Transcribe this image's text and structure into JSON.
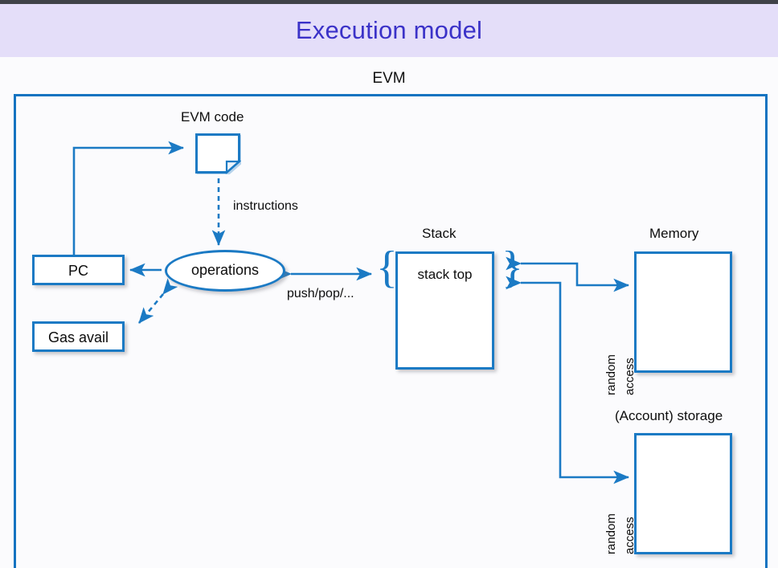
{
  "slide": {
    "title": "Execution model",
    "title_color": "#3b32c8",
    "title_band_color": "#e4def9",
    "accent_color": "#1b7ac4",
    "frame_color": "#1273c1",
    "background_color": "#fbfbfd"
  },
  "diagram": {
    "frame_label": "EVM",
    "nodes": {
      "evm_code": {
        "label": "EVM code",
        "icon": "document-page-icon"
      },
      "operations": {
        "label": "operations",
        "shape": "ellipse"
      },
      "pc": {
        "label": "PC",
        "shape": "rectangle"
      },
      "gas_avail": {
        "label": "Gas avail",
        "shape": "rectangle"
      },
      "stack": {
        "label": "Stack",
        "inner_label": "stack top",
        "shape": "rectangle"
      },
      "memory": {
        "label": "Memory",
        "shape": "rectangle"
      },
      "storage": {
        "label": "(Account) storage",
        "shape": "rectangle"
      }
    },
    "edges": {
      "instructions": {
        "label": "instructions",
        "style": "dashed",
        "direction": "down"
      },
      "push_pop": {
        "label": "push/pop/...",
        "style": "solid",
        "direction": "bidirectional"
      },
      "memory_access": {
        "label_line1": "random",
        "label_line2": "access",
        "style": "solid",
        "direction": "bidirectional"
      },
      "storage_access": {
        "label_line1": "random",
        "label_line2": "access",
        "style": "solid",
        "direction": "bidirectional"
      },
      "pc_to_code": {
        "label": "",
        "style": "solid",
        "direction": "right"
      },
      "ops_to_pc": {
        "label": "",
        "style": "solid",
        "direction": "left"
      },
      "ops_to_gas": {
        "label": "",
        "style": "dashed",
        "direction": "bidirectional"
      }
    }
  }
}
